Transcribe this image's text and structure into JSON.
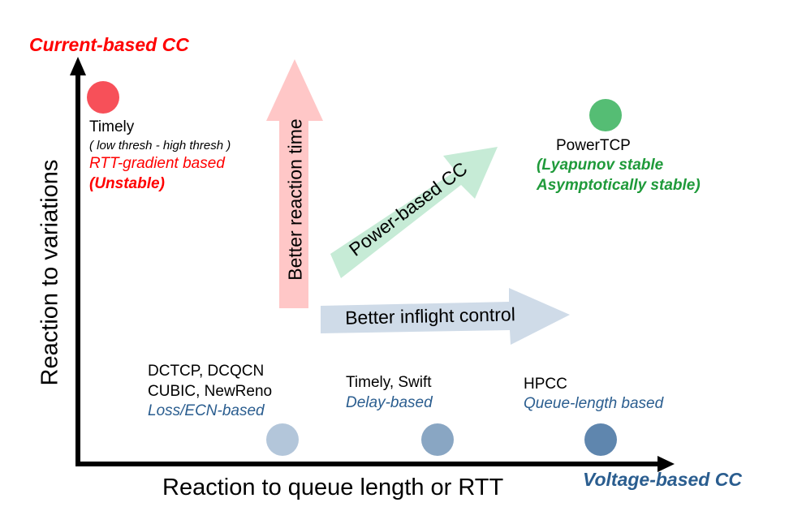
{
  "axes": {
    "y_axis_label": "Reaction to variations",
    "x_axis_label": "Reaction to queue length or RTT",
    "y_axis_end_label": "Current-based CC",
    "x_axis_end_label": "Voltage-based CC"
  },
  "arrows": {
    "vertical": "Better reaction time",
    "diagonal": "Power-based CC",
    "horizontal": "Better inflight control"
  },
  "points": [
    {
      "id": "timely-gradient",
      "lines": [
        "Timely",
        "( low thresh -  high thresh )",
        "RTT-gradient based",
        "(Unstable)"
      ],
      "color": "#f75059"
    },
    {
      "id": "powertcp",
      "lines": [
        "PowerTCP",
        "(Lyapunov stable",
        "Asymptotically stable)"
      ],
      "color": "#55bd74"
    },
    {
      "id": "loss-ecn",
      "lines": [
        "DCTCP, DCQCN",
        "CUBIC, NewReno",
        "Loss/ECN-based"
      ],
      "color": "#b3c6da"
    },
    {
      "id": "delay",
      "lines": [
        "Timely, Swift",
        "Delay-based"
      ],
      "color": "#89a6c3"
    },
    {
      "id": "queue-length",
      "lines": [
        "HPCC",
        "Queue-length based"
      ],
      "color": "#5f86ae"
    }
  ],
  "colors": {
    "current_accent": "#ff0000",
    "voltage_accent": "#2a5d8f",
    "power_accent": "#1f9a3a",
    "arrow_vertical": "#ffc7c7",
    "arrow_diagonal": "#c6ebd6",
    "arrow_horizontal": "#cfdbe8"
  }
}
